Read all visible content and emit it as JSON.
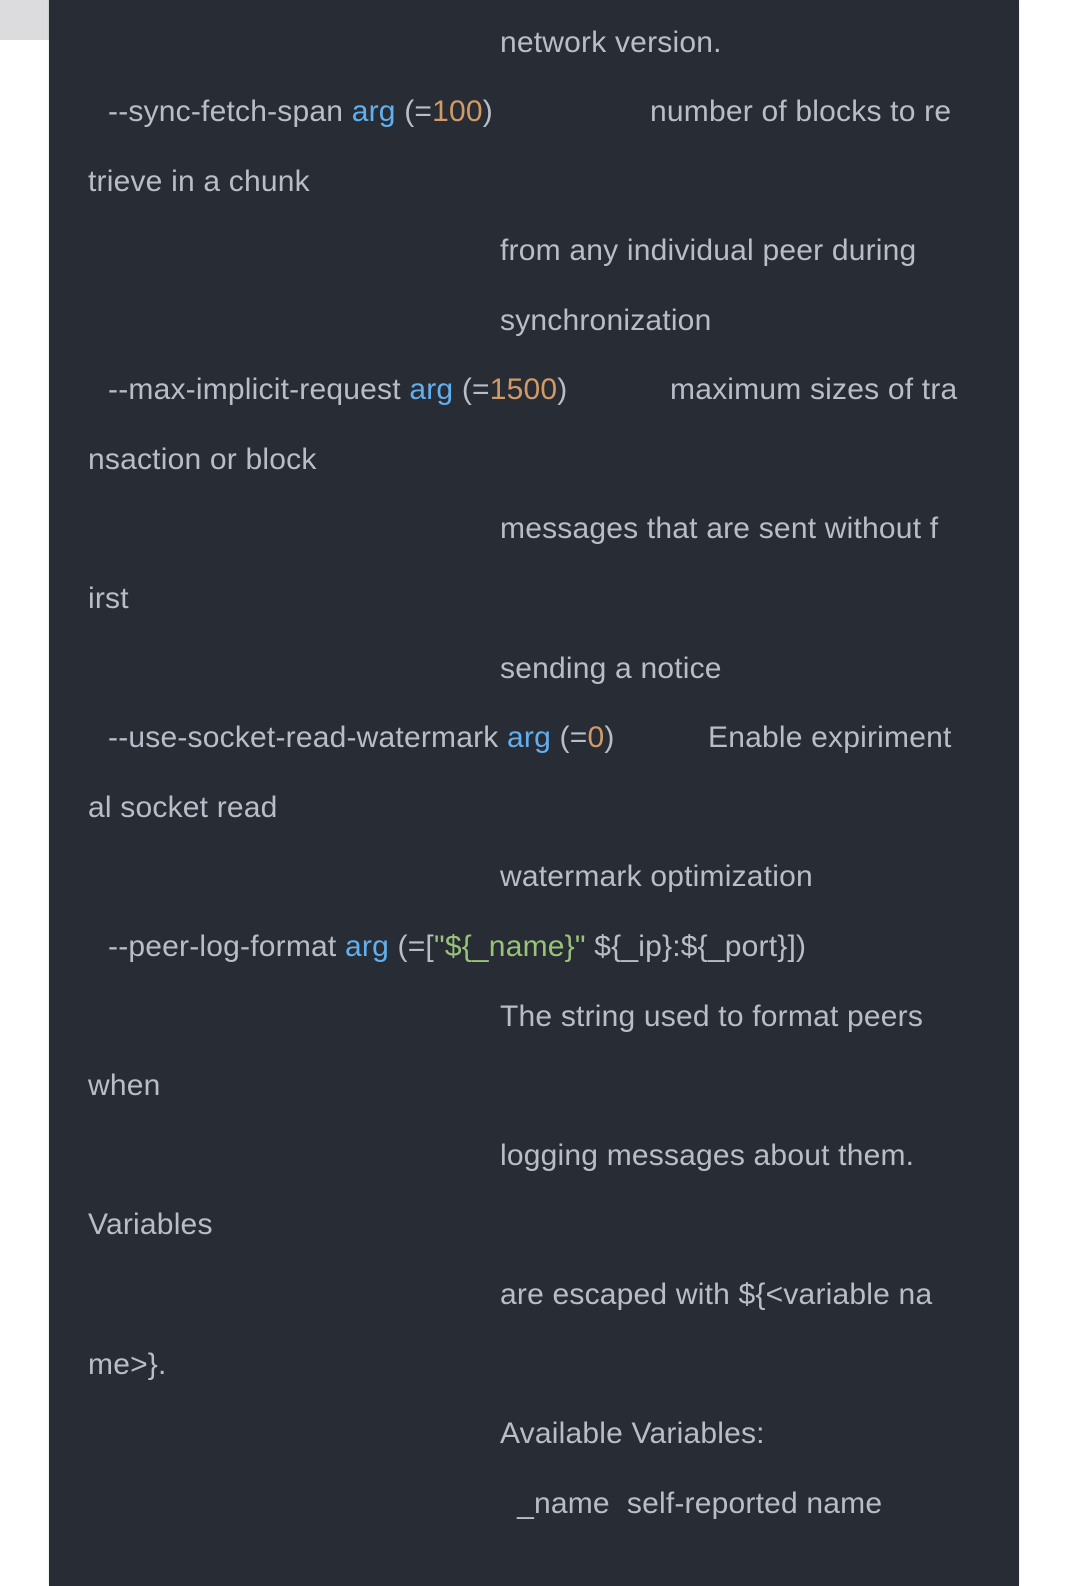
{
  "code_lines": [
    {
      "t": "network version."
    },
    {
      "opt": "--sync-fetch-span",
      "arg": "arg",
      "paren_open": " (=",
      "num": "100",
      "paren_close": ")",
      "desc": "number of blocks to re"
    },
    {
      "t": "trieve in a chunk"
    },
    {
      "t": "from any individual peer during"
    },
    {
      "t": "synchronization"
    },
    {
      "opt": "--max-implicit-request",
      "arg": "arg",
      "paren_open": " (=",
      "num": "1500",
      "paren_close": ")",
      "desc": "maximum sizes of tra"
    },
    {
      "t": "nsaction or block"
    },
    {
      "t": "messages that are sent without f"
    },
    {
      "t": "irst"
    },
    {
      "t": "sending a notice"
    },
    {
      "opt": "--use-socket-read-watermark",
      "arg": "arg",
      "paren_open": " (=",
      "num": "0",
      "paren_close": ")",
      "desc": "Enable expiriment"
    },
    {
      "t": "al socket read"
    },
    {
      "t": "watermark optimization"
    },
    {
      "opt": "--peer-log-format",
      "arg": "arg",
      "paren_open": " (=[",
      "str": "\"${_name}\"",
      "tail": " ${_ip}:${_port}])"
    },
    {
      "t": "The string used to format peers"
    },
    {
      "t": "when"
    },
    {
      "t": "logging messages about them."
    },
    {
      "t": "Variables"
    },
    {
      "t": "are escaped with ${<variable na"
    },
    {
      "t": "me>}."
    },
    {
      "t": "Available Variables:"
    },
    {
      "t": "  _name  self-reported name"
    }
  ],
  "colors": {
    "background": "#282c34",
    "text": "#b8bec8",
    "keyword": "#61afef",
    "number": "#d19a66",
    "string": "#98c379"
  }
}
